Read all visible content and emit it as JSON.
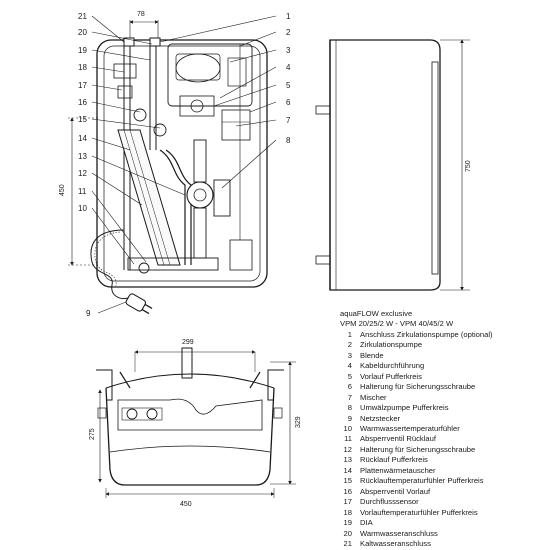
{
  "callouts_left": [
    "21",
    "20",
    "19",
    "18",
    "17",
    "16",
    "15",
    "14",
    "13",
    "12",
    "11",
    "10",
    "9"
  ],
  "callouts_right": [
    "1",
    "2",
    "3",
    "4",
    "5",
    "6",
    "7",
    "8"
  ],
  "dimensions": {
    "top_width": "78",
    "front_height": "450",
    "side_height": "750",
    "bottom_hook_spacing": "299",
    "bottom_depth_outer": "329",
    "bottom_depth_inner": "275",
    "bottom_width": "450"
  },
  "legend": {
    "product": "aquaFLOW exclusive",
    "models": "VPM 20/25/2 W - VPM 40/45/2 W",
    "items": [
      {
        "num": "1",
        "label": "Anschluss Zirkulationspumpe (optional)"
      },
      {
        "num": "2",
        "label": "Zirkulationspumpe"
      },
      {
        "num": "3",
        "label": "Blende"
      },
      {
        "num": "4",
        "label": "Kabeldurchführung"
      },
      {
        "num": "5",
        "label": "Vorlauf Pufferkreis"
      },
      {
        "num": "6",
        "label": "Halterung für Sicherungsschraube"
      },
      {
        "num": "7",
        "label": "Mischer"
      },
      {
        "num": "8",
        "label": "Umwälzpumpe Pufferkreis"
      },
      {
        "num": "9",
        "label": "Netzstecker"
      },
      {
        "num": "10",
        "label": "Warmwassertemperaturfühler"
      },
      {
        "num": "11",
        "label": "Absperrventil Rücklauf"
      },
      {
        "num": "12",
        "label": "Halterung für Sicherungsschraube"
      },
      {
        "num": "13",
        "label": "Rücklauf Pufferkreis"
      },
      {
        "num": "14",
        "label": "Plattenwärmetauscher"
      },
      {
        "num": "15",
        "label": "Rücklauftemperaturfühler Pufferkreis"
      },
      {
        "num": "16",
        "label": "Absperrventil Vorlauf"
      },
      {
        "num": "17",
        "label": "Durchflusssensor"
      },
      {
        "num": "18",
        "label": "Vorlauftemperaturfühler Pufferkreis"
      },
      {
        "num": "19",
        "label": "DIA"
      },
      {
        "num": "20",
        "label": "Warmwasseranschluss"
      },
      {
        "num": "21",
        "label": "Kaltwasseranschluss"
      }
    ]
  }
}
